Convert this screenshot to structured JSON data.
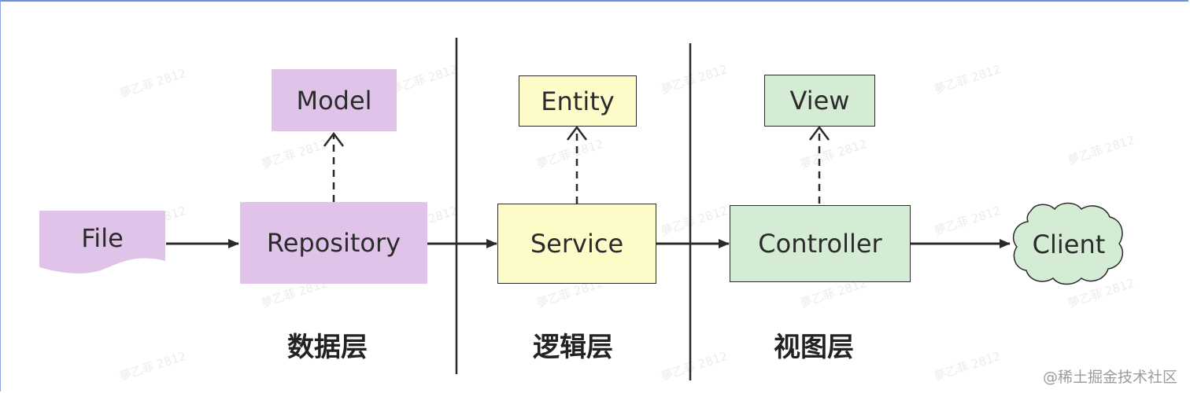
{
  "nodes": {
    "file": "File",
    "repository": "Repository",
    "model": "Model",
    "service": "Service",
    "entity": "Entity",
    "controller": "Controller",
    "view": "View",
    "client": "Client"
  },
  "layers": {
    "data": "数据层",
    "logic": "逻辑层",
    "view": "视图层"
  },
  "footer": "@稀土掘金技术社区",
  "watermark": "夢乙菲 2812",
  "colors": {
    "data_layer_fill": "#dfc3e8",
    "logic_layer_fill": "#fdfbc8",
    "view_layer_fill": "#d5ecd4",
    "edge": "#2a2a2a"
  }
}
